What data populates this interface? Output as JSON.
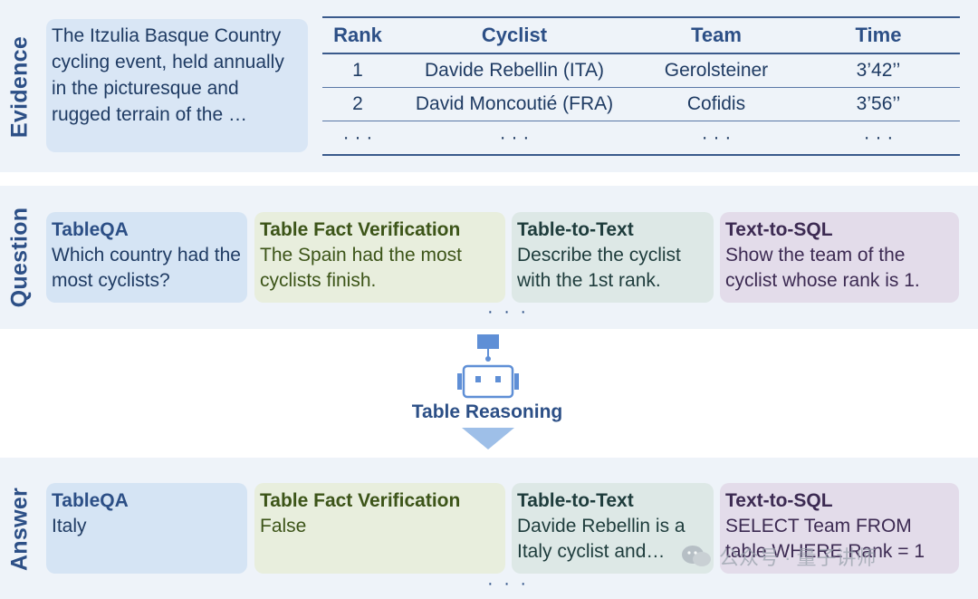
{
  "sections": {
    "evidence": "Evidence",
    "question": "Question",
    "answer": "Answer"
  },
  "evidence": {
    "text": "The Itzulia Basque Country cycling event, held annually in the picturesque and rugged terrain of the …",
    "table": {
      "headers": [
        "Rank",
        "Cyclist",
        "Team",
        "Time"
      ],
      "rows": [
        [
          "1",
          "Davide Rebellin (ITA)",
          "Gerolsteiner",
          "3’42’’"
        ],
        [
          "2",
          "David Moncoutié (FRA)",
          "Cofidis",
          "3’56’’"
        ],
        [
          "· · ·",
          "· · ·",
          "· · ·",
          "· · ·"
        ]
      ]
    }
  },
  "questions": [
    {
      "title": "TableQA",
      "body": "Which country had the most cyclists?"
    },
    {
      "title": "Table Fact Verification",
      "body": "The Spain had the most cyclists finish."
    },
    {
      "title": "Table-to-Text",
      "body": "Describe the cyclist with the 1st rank."
    },
    {
      "title": "Text-to-SQL",
      "body": "Show the team of the cyclist whose rank is 1."
    }
  ],
  "answers": [
    {
      "title": "TableQA",
      "body": "Italy"
    },
    {
      "title": "Table Fact Verification",
      "body": "False"
    },
    {
      "title": "Table-to-Text",
      "body": "Davide Rebellin is a Italy cyclist and…"
    },
    {
      "title": "Text-to-SQL",
      "body": "SELECT Team FROM table WHERE Rank = 1"
    }
  ],
  "ellipsis": "· · ·",
  "reasoning_label": "Table Reasoning",
  "watermark": "公众号 · 量子讲师",
  "colors": {
    "accent": "#2c4f86",
    "band": "#eef3f9",
    "blue_card": "#d5e4f4",
    "green_card": "#e8eedd",
    "teal_card": "#dde8e6",
    "purple_card": "#e3dcea",
    "arrow": "#9ebfe8"
  }
}
